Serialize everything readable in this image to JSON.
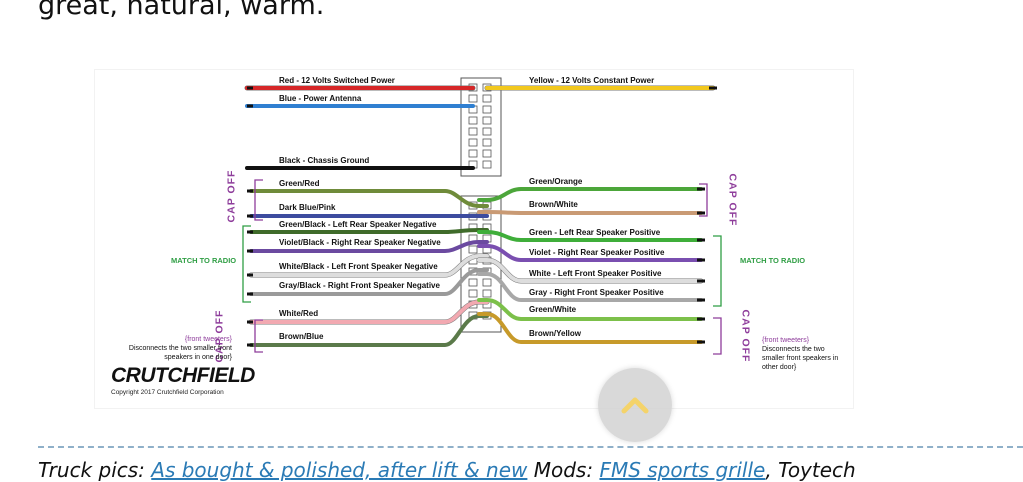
{
  "page": {
    "top_text": "great, natural, warm.",
    "bottom_text": {
      "prefix": "Truck pics: ",
      "link1": "As bought & polished, after lift & new",
      "mid": " Mods: ",
      "link2": "FMS sports grille",
      "suffix": ", Toytech"
    }
  },
  "diagram": {
    "left_wires": [
      {
        "label": "Red - 12 Volts Switched Power",
        "color": "#d62728"
      },
      {
        "label": "Blue - Power Antenna",
        "color": "#2f7fd1"
      },
      {
        "label": "Black - Chassis Ground",
        "color": "#111111"
      },
      {
        "label": "Green/Red",
        "color": "#6f8b3a"
      },
      {
        "label": "Dark Blue/Pink",
        "color": "#3d4c9f"
      },
      {
        "label": "Green/Black - Left Rear Speaker Negative",
        "color": "#3f6b2a"
      },
      {
        "label": "Violet/Black - Right Rear Speaker Negative",
        "color": "#6b4aa0"
      },
      {
        "label": "White/Black - Left Front Speaker Negative",
        "color": "#dddddd"
      },
      {
        "label": "Gray/Black - Right Front Speaker Negative",
        "color": "#9a9a9a"
      },
      {
        "label": "White/Red",
        "color": "#f2a9b1"
      },
      {
        "label": "Brown/Blue",
        "color": "#5b7a4a"
      }
    ],
    "right_wires": [
      {
        "label": "Yellow - 12 Volts Constant Power",
        "color": "#f2c81e"
      },
      {
        "label": "Green/Orange",
        "color": "#4ca63a"
      },
      {
        "label": "Brown/White",
        "color": "#c99a74"
      },
      {
        "label": "Green - Left Rear Speaker Positive",
        "color": "#3fae3a"
      },
      {
        "label": "Violet - Right Rear Speaker Positive",
        "color": "#7a4fb0"
      },
      {
        "label": "White - Left Front Speaker Positive",
        "color": "#dddddd"
      },
      {
        "label": "Gray - Right Front Speaker Positive",
        "color": "#a8a8a8"
      },
      {
        "label": "Green/White",
        "color": "#7cc04a"
      },
      {
        "label": "Brown/Yellow",
        "color": "#c79a2a"
      }
    ],
    "cap_off": "CAP OFF",
    "match_to_radio": "MATCH TO RADIO",
    "note_left": {
      "tweeters": "{front tweeters}",
      "text": "Disconnects the two smaller front speakers in one door}"
    },
    "note_right": {
      "tweeters": "{front tweeters}",
      "text": "Disconnects the two smaller front speakers in other door}"
    },
    "brand": "CRUTCHFIELD",
    "copyright": "Copyright 2017  Crutchfield Corporation",
    "colors": {
      "bracket_purple": "#8e3d9b",
      "bracket_green": "#2f9e44"
    }
  },
  "ui": {
    "scroll_top_icon": "chevron-up-icon"
  }
}
